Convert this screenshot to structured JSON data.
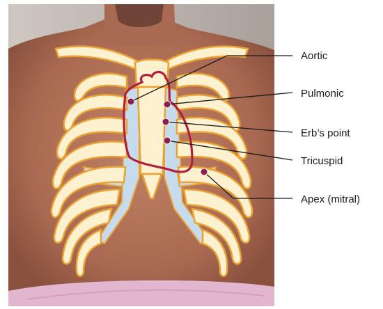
{
  "figure": {
    "subject": "Chest auscultation sites overlaid on a male torso photograph with rib cage, sternum, clavicles and heart outline",
    "colors": {
      "background_wall": "#b9b1ab",
      "skin": "#b0735a",
      "rib_fill": "#fdf1cf",
      "rib_outline": "#e9a233",
      "cartilage": "#c6dcec",
      "heart_outline": "#b0203c",
      "point_marker": "#8a1f52",
      "leader_line": "#1a1a1a",
      "sheet": "#e3b6cf"
    },
    "labels": [
      {
        "id": "aortic",
        "text": "Aortic"
      },
      {
        "id": "pulmonic",
        "text": "Pulmonic"
      },
      {
        "id": "erbs",
        "text": "Erb’s point"
      },
      {
        "id": "tricuspid",
        "text": "Tricuspid"
      },
      {
        "id": "apex",
        "text": "Apex (mitral)"
      }
    ]
  }
}
